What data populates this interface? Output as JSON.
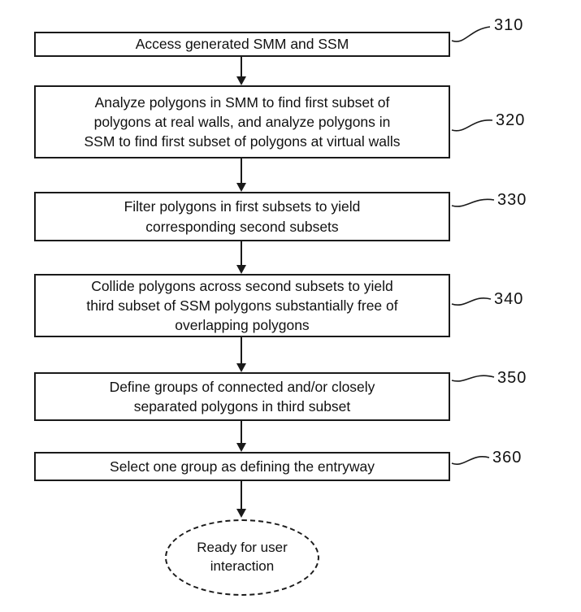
{
  "flowchart": {
    "steps": [
      {
        "ref": "310",
        "label": "Access generated SMM and SSM"
      },
      {
        "ref": "320",
        "label": "Analyze polygons in SMM to find first subset of\npolygons at real walls, and analyze polygons in\nSSM to find first subset of polygons at virtual walls"
      },
      {
        "ref": "330",
        "label": "Filter polygons in first subsets to yield\ncorresponding second subsets"
      },
      {
        "ref": "340",
        "label": "Collide polygons across second subsets to yield\nthird subset of SSM polygons substantially free of\noverlapping polygons"
      },
      {
        "ref": "350",
        "label": "Define groups of connected and/or closely\nseparated polygons in third subset"
      },
      {
        "ref": "360",
        "label": "Select one group as defining the entryway"
      }
    ],
    "terminal": {
      "label": "Ready for user\ninteraction"
    },
    "colors": {
      "line": "#1a1a1a",
      "background": "#ffffff"
    }
  }
}
